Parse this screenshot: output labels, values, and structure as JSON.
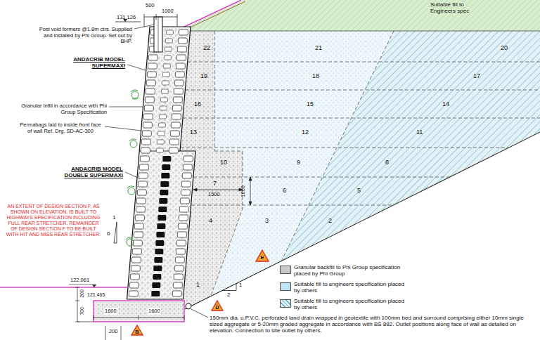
{
  "diagram": {
    "nodes": [
      {
        "text": [
          "E"
        ]
      },
      {
        "text": [
          "D"
        ]
      },
      {
        "text": [
          "B"
        ]
      }
    ],
    "labels": [
      "Suitable fill to Engineers spec",
      "500",
      "1000",
      "131.126",
      "Post void formers @1.8m ctrs. Supplied and installed by Phi Group. Set out by BHP.",
      "ANDACRIB MODEL SUPERMAXI",
      "22",
      "21",
      "20",
      "19",
      "18",
      "17",
      "Granular Infill in accordance with Phi Group Specification",
      "16",
      "15",
      "14",
      "Permabags laid to inside front face of wall Ref. Drg. SD-AC-300",
      "13",
      "12",
      "11",
      "ANDACRIB MODEL DOUBLE SUPERMAXI",
      "10",
      "9",
      "8",
      "7",
      "1500",
      "1000",
      "6",
      "5",
      "AN EXTENT OF DESIGN SECTION F, AS SHOWN ON ELEVATION, IS BUILT TO HIGHWAYS SPECIFICATION INCLUDING FULL REAR STRETCHER. REMAINDER OF DESIGN SECTION F TO BE BUILT WITH HIT AND MISS REAR STRETCHER.",
      "4",
      "3",
      "2",
      "6",
      "1",
      "2",
      "1",
      "1",
      "122.061",
      "200",
      "121.465",
      "700",
      "1600",
      "1600",
      "150mm dia. u.P.V.C. perforated land drain wrapped in geotextile with 100mm bed and surround comprising either 10mm single sized aggregate or 5-20mm graded aggregate in accordance with BS 882. Outlet positions along face of wall as detailed on elevation. Connection to site outlet by others.",
      "200"
    ],
    "legend": [
      {
        "text": "Granular backfill to Phi Group specification placed by Phi Group",
        "color": "#c8c8c8"
      },
      {
        "text": "Suitable fill to engineers specification placed by others",
        "color": "#bfe3f3"
      },
      {
        "text": "Suitable fill to engineers specification placed by others"
      }
    ]
  }
}
